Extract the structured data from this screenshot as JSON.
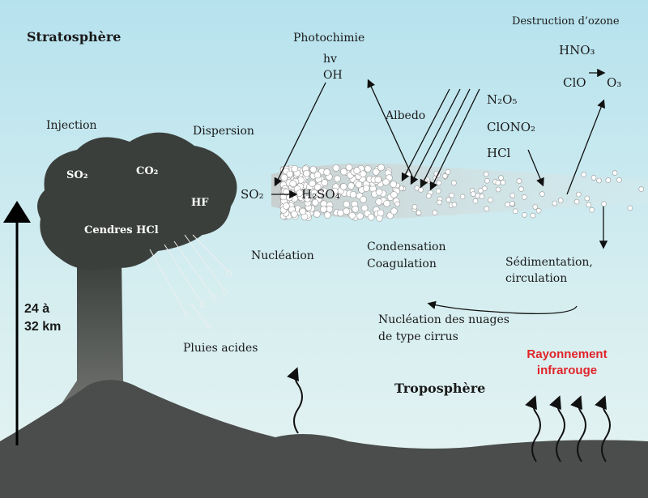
{
  "labels": {
    "stratosphere": "Stratosphère",
    "troposphere": "Troposphère",
    "injection": "Injection",
    "dispersion": "Dispersion",
    "photochimie": "Photochimie",
    "hv": "hv",
    "oh": "OH",
    "albedo": "Albedo",
    "n2o5": "N₂O₅",
    "clono2": "ClONO₂",
    "hcl": "HCl",
    "destruction_ozone": "Destruction d’ozone",
    "hno3": "HNO₃",
    "clo": "ClO",
    "o3": "O₃",
    "so2": "SO₂",
    "h2so4": "H₂SO₄",
    "nucleation": "Nucléation",
    "condensation": "Condensation",
    "coagulation": "Coagulation",
    "sedimentation": "Sédimentation,",
    "circulation": "circulation",
    "cirrus_line1": "Nucléation des nuages",
    "cirrus_line2": "de type cirrus",
    "pluies_acides": "Pluies acides",
    "rayonnement": "Rayonnement",
    "infrarouge": "infrarouge",
    "altitude_line1": "24 à",
    "altitude_line2": "32 km"
  },
  "cloud": {
    "so2": "SO₂",
    "co2": "CO₂",
    "hf": "HF",
    "cendres_hcl": "Cendres HCl"
  },
  "colors": {
    "sky_top": "#b6e2ee",
    "sky_bottom": "#e6f3f2",
    "ash": "#3b3f3c",
    "ground": "#4a4d4b",
    "infrared": "#e0242a"
  }
}
